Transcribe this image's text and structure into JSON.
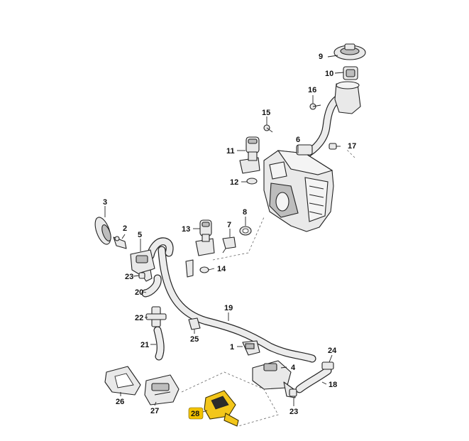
{
  "callouts": [
    {
      "id": "c9",
      "text": "9"
    },
    {
      "id": "c10",
      "text": "10"
    },
    {
      "id": "c16",
      "text": "16"
    },
    {
      "id": "c15",
      "text": "15"
    },
    {
      "id": "c6",
      "text": "6"
    },
    {
      "id": "c17",
      "text": "17"
    },
    {
      "id": "c11",
      "text": "11"
    },
    {
      "id": "c12",
      "text": "12"
    },
    {
      "id": "c3",
      "text": "3"
    },
    {
      "id": "c8",
      "text": "8"
    },
    {
      "id": "c2",
      "text": "2"
    },
    {
      "id": "c5",
      "text": "5"
    },
    {
      "id": "c13",
      "text": "13"
    },
    {
      "id": "c7",
      "text": "7"
    },
    {
      "id": "c14",
      "text": "14"
    },
    {
      "id": "c23a",
      "text": "23"
    },
    {
      "id": "c20",
      "text": "20"
    },
    {
      "id": "c19",
      "text": "19"
    },
    {
      "id": "c22",
      "text": "22"
    },
    {
      "id": "c25",
      "text": "25"
    },
    {
      "id": "c21",
      "text": "21"
    },
    {
      "id": "c1",
      "text": "1"
    },
    {
      "id": "c24",
      "text": "24"
    },
    {
      "id": "c4",
      "text": "4"
    },
    {
      "id": "c18",
      "text": "18"
    },
    {
      "id": "c26",
      "text": "26"
    },
    {
      "id": "c27",
      "text": "27"
    },
    {
      "id": "c23b",
      "text": "23"
    },
    {
      "id": "c28",
      "text": "28"
    }
  ],
  "highlight": {
    "part_number": "28",
    "color": "#f2c200"
  }
}
